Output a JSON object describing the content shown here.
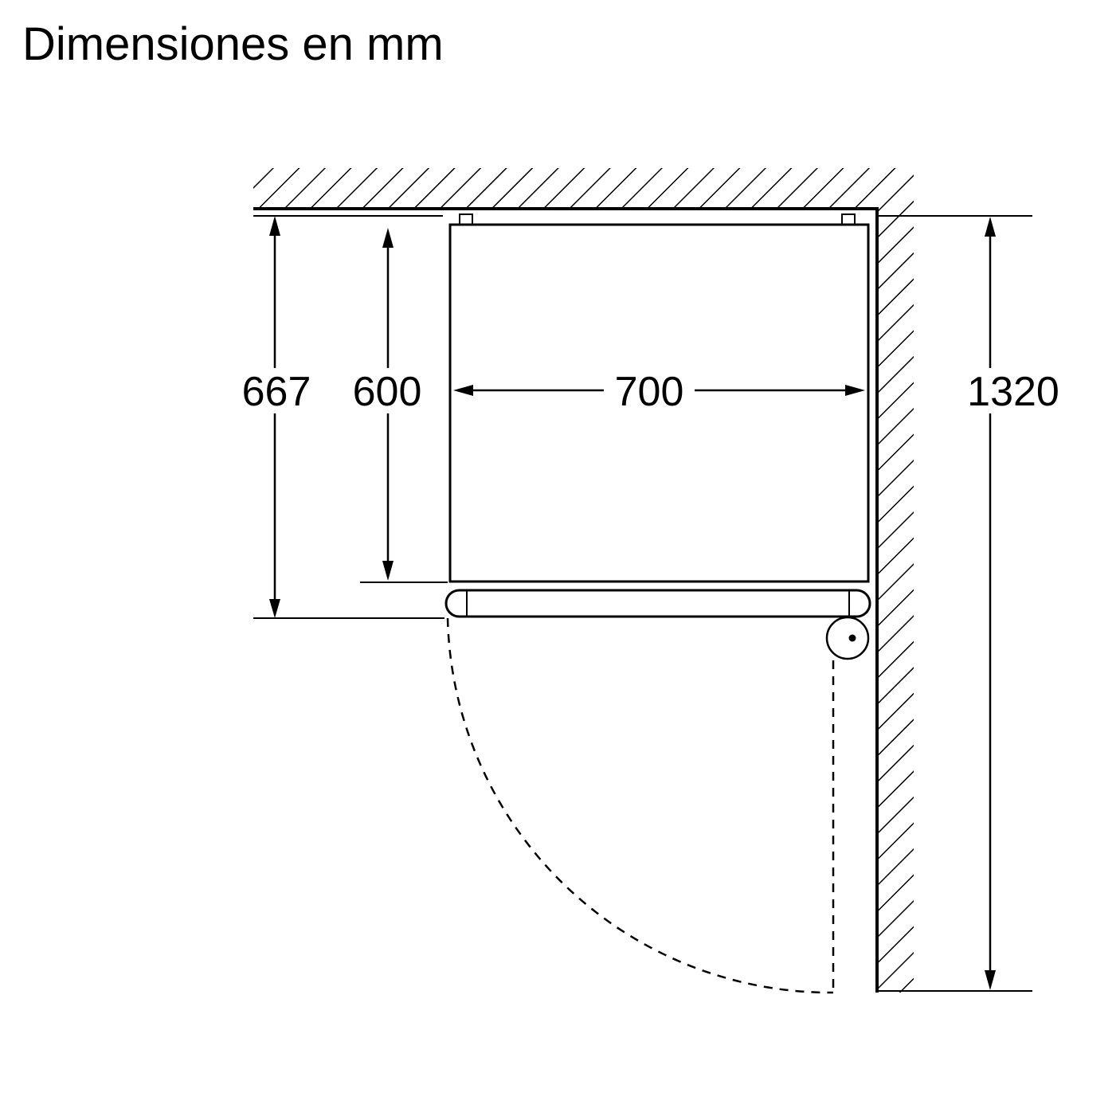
{
  "title": "Dimensiones en mm",
  "units": "mm",
  "labels": {
    "depth_total": "667",
    "depth_body": "600",
    "width": "700",
    "side_height": "1320"
  },
  "colors": {
    "line": "#000000",
    "background": "#ffffff"
  }
}
